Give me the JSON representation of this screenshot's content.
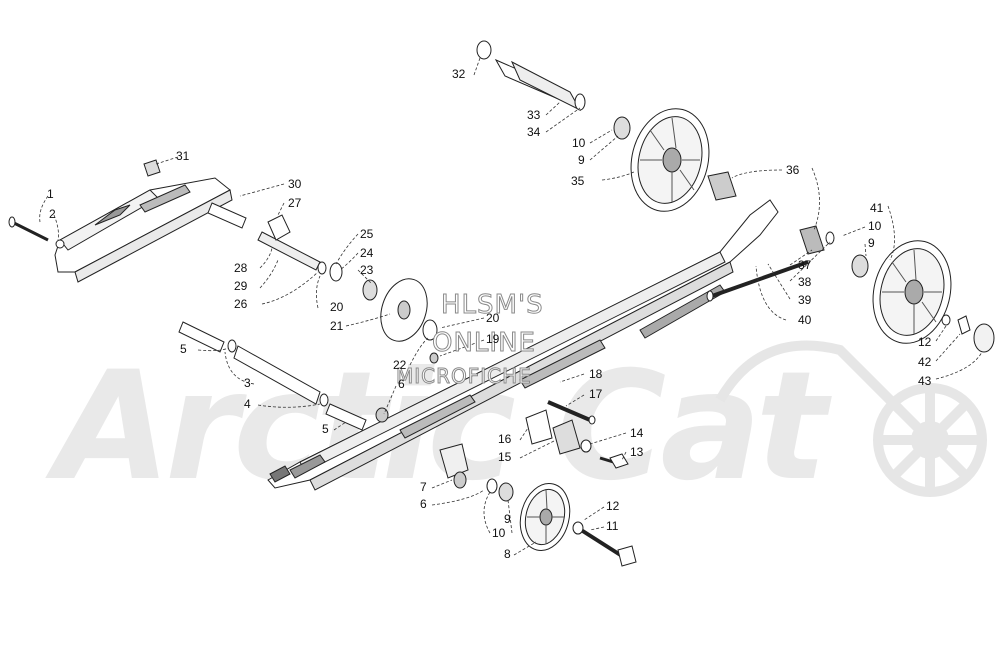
{
  "watermark": {
    "brand": "Arctic Cat",
    "line1": "HLSM'S",
    "line2": "ONLINE",
    "line3": "MICROFICHE"
  },
  "callouts": [
    {
      "id": "c1",
      "text": "1"
    },
    {
      "id": "c2",
      "text": "2"
    },
    {
      "id": "c3",
      "text": "3"
    },
    {
      "id": "c4",
      "text": "4"
    },
    {
      "id": "c5a",
      "text": "5"
    },
    {
      "id": "c5b",
      "text": "5"
    },
    {
      "id": "c6a",
      "text": "6"
    },
    {
      "id": "c6b",
      "text": "6"
    },
    {
      "id": "c7",
      "text": "7"
    },
    {
      "id": "c8",
      "text": "8"
    },
    {
      "id": "c9a",
      "text": "9"
    },
    {
      "id": "c9b",
      "text": "9"
    },
    {
      "id": "c9c",
      "text": "9"
    },
    {
      "id": "c10a",
      "text": "10"
    },
    {
      "id": "c10b",
      "text": "10"
    },
    {
      "id": "c10c",
      "text": "10"
    },
    {
      "id": "c11",
      "text": "11"
    },
    {
      "id": "c12a",
      "text": "12"
    },
    {
      "id": "c12b",
      "text": "12"
    },
    {
      "id": "c13",
      "text": "13"
    },
    {
      "id": "c14",
      "text": "14"
    },
    {
      "id": "c15",
      "text": "15"
    },
    {
      "id": "c16",
      "text": "16"
    },
    {
      "id": "c17",
      "text": "17"
    },
    {
      "id": "c18",
      "text": "18"
    },
    {
      "id": "c19",
      "text": "19"
    },
    {
      "id": "c20a",
      "text": "20"
    },
    {
      "id": "c20b",
      "text": "20"
    },
    {
      "id": "c21",
      "text": "21"
    },
    {
      "id": "c22",
      "text": "22"
    },
    {
      "id": "c23",
      "text": "23"
    },
    {
      "id": "c24",
      "text": "24"
    },
    {
      "id": "c25",
      "text": "25"
    },
    {
      "id": "c26",
      "text": "26"
    },
    {
      "id": "c27",
      "text": "27"
    },
    {
      "id": "c28",
      "text": "28"
    },
    {
      "id": "c29",
      "text": "29"
    },
    {
      "id": "c30",
      "text": "30"
    },
    {
      "id": "c31",
      "text": "31"
    },
    {
      "id": "c32",
      "text": "32"
    },
    {
      "id": "c33",
      "text": "33"
    },
    {
      "id": "c34",
      "text": "34"
    },
    {
      "id": "c35",
      "text": "35"
    },
    {
      "id": "c36",
      "text": "36"
    },
    {
      "id": "c37",
      "text": "37"
    },
    {
      "id": "c38",
      "text": "38"
    },
    {
      "id": "c39",
      "text": "39"
    },
    {
      "id": "c40",
      "text": "40"
    },
    {
      "id": "c41",
      "text": "41"
    },
    {
      "id": "c42",
      "text": "42"
    },
    {
      "id": "c43",
      "text": "43"
    }
  ]
}
